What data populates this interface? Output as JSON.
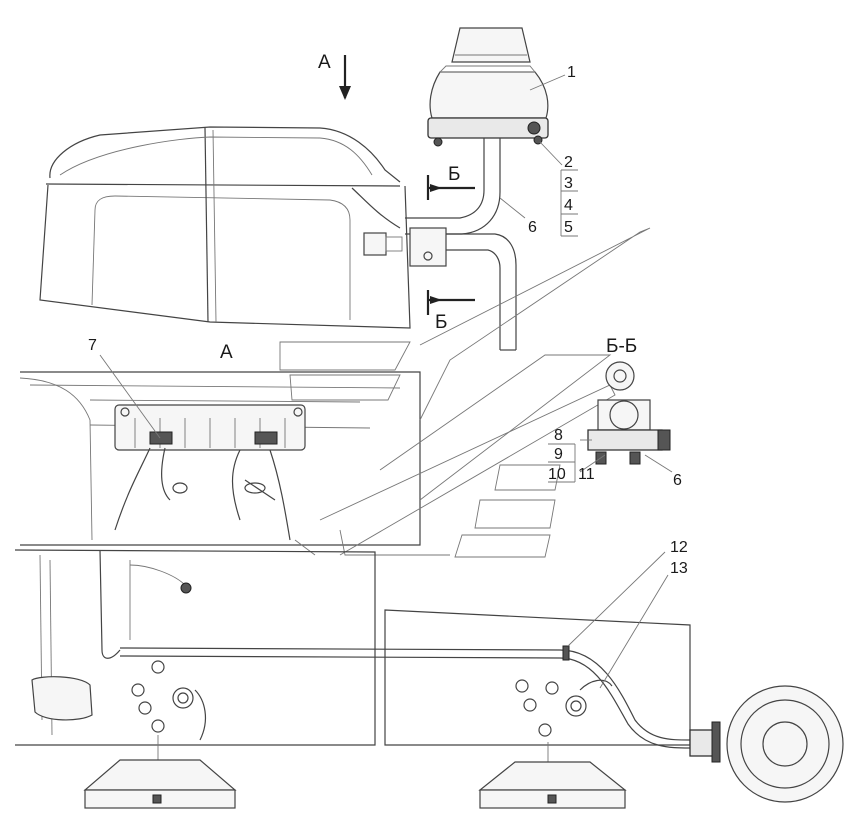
{
  "labels": {
    "view_a_top": "А",
    "section_b_upper": "Б",
    "section_b_lower": "Б",
    "view_a": "А",
    "section_bb": "Б-Б",
    "part_1": "1",
    "part_2": "2",
    "part_3": "3",
    "part_4": "4",
    "part_5": "5",
    "part_6_top": "6",
    "part_6_section": "6",
    "part_7": "7",
    "part_8": "8",
    "part_9": "9",
    "part_10": "10",
    "part_11": "11",
    "part_12": "12",
    "part_13": "13"
  }
}
